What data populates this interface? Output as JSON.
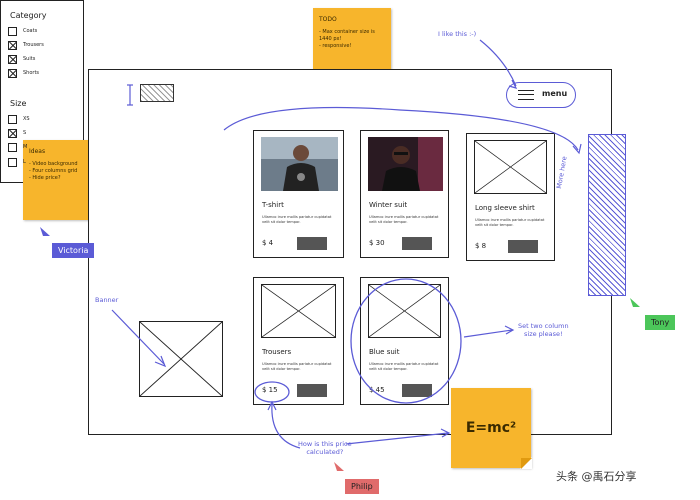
{
  "header": {
    "menu_label": "menu"
  },
  "filters": {
    "category_title": "Category",
    "categories": [
      {
        "label": "Coats",
        "checked": false
      },
      {
        "label": "Trousers",
        "checked": true
      },
      {
        "label": "Suits",
        "checked": true
      },
      {
        "label": "Shorts",
        "checked": true
      }
    ],
    "size_title": "Size",
    "sizes": [
      {
        "label": "XS",
        "checked": false
      },
      {
        "label": "S",
        "checked": true
      },
      {
        "label": "M",
        "checked": false
      },
      {
        "label": "L",
        "checked": false
      }
    ]
  },
  "products": [
    {
      "title": "T-shirt",
      "desc": "Ullamco irure mollis pariatur cupidatat velit sit dolor tempor.",
      "price": "$ 4"
    },
    {
      "title": "Winter suit",
      "desc": "Ullamco irure mollis pariatur cupidatat velit sit dolor tempor.",
      "price": "$ 30"
    },
    {
      "title": "Long sleeve shirt",
      "desc": "Ullamco irure mollis pariatur cupidatat velit sit dolor tempor.",
      "price": "$ 8"
    },
    {
      "title": "Trousers",
      "desc": "Ullamco irure mollis pariatur cupidatat velit sit dolor tempor.",
      "price": "$ 15"
    },
    {
      "title": "Blue suit",
      "desc": "Ullamco irure mollis pariatur cupidatat velit sit dolor tempor.",
      "price": "$ 45"
    }
  ],
  "stickies": {
    "todo": {
      "title": "TODO",
      "items": "- Max container size is 1440 px!\n- responsive!"
    },
    "ideas": {
      "title": "Ideas",
      "items": "- Video background\n- Four columns grid\n- Hide price?"
    },
    "formula": "E=mc²"
  },
  "annotations": {
    "i_like": "I like this :-)",
    "more_here": "More here",
    "banner": "Banner",
    "two_column": "Set two column\nsize please!",
    "price_q": "How is this price\ncalculated?"
  },
  "users": {
    "victoria": "Victoria",
    "tony": "Tony",
    "philip": "Philip"
  },
  "watermark": "头条 @禹石分享",
  "colors": {
    "note_blue": "#5b5bd6",
    "sticky": "#f7b52c",
    "victoria": "#5b5bd6",
    "tony": "#4cc65a",
    "philip": "#e06b6b"
  }
}
